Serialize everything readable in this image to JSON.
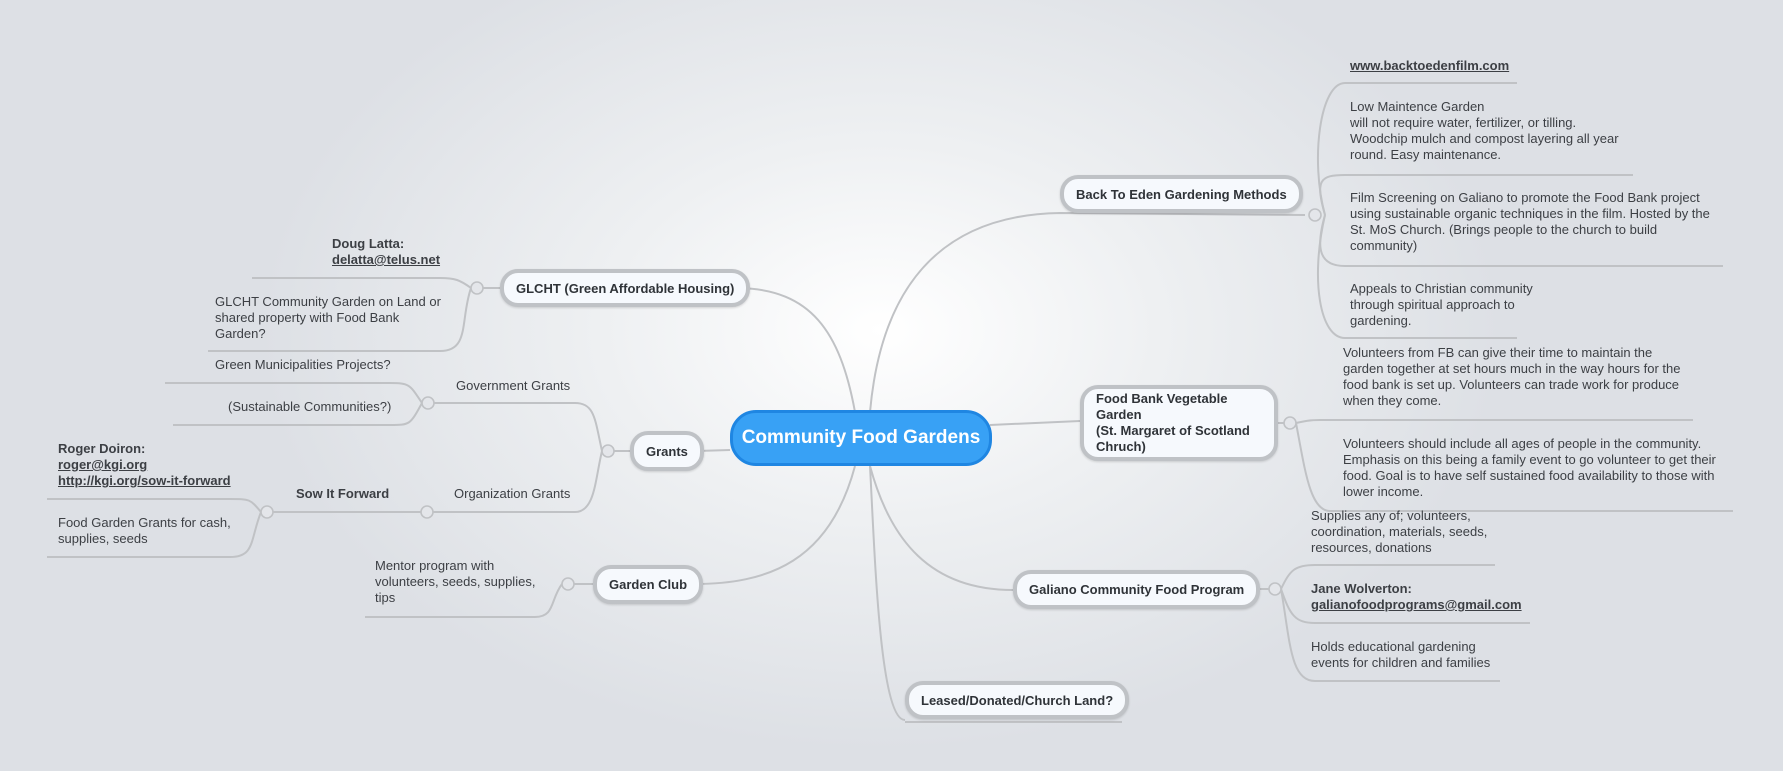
{
  "central": "Community Food Gardens",
  "right": {
    "back_to_eden": {
      "label": "Back To Eden Gardening Methods",
      "leaves": [
        "www.backtoedenfilm.com",
        "Low Maintence Garden\nwill not require water, fertilizer, or tilling.\n Woodchip mulch and compost layering all year\nround.  Easy maintenance.",
        "Film Screening on Galiano to promote the Food Bank project\nusing sustainable organic techniques in the film. Hosted by the\nSt. MoS Church. (Brings people to the church to build\ncommunity)",
        "Appeals to Christian community\nthrough spiritual approach to\ngardening."
      ]
    },
    "food_bank": {
      "label": "Food Bank Vegetable Garden\n(St. Margaret of Scotland\nChruch)",
      "leaves": [
        "Volunteers from FB can give their time to maintain the\ngarden together at set hours much in the way hours for the\nfood bank is set up.  Volunteers can trade work for produce\nwhen they come.",
        "Volunteers should include all ages of people in the community.\n Emphasis on this being a family event to go volunteer to get their\nfood.  Goal is to have self sustained food availability to those with\nlower income."
      ]
    },
    "galiano": {
      "label": "Galiano Community Food Program",
      "leaves": [
        "Supplies any of; volunteers,\ncoordination, materials, seeds,\nresources, donations",
        "Jane Wolverton:",
        "galianofoodprograms@gmail.com",
        "Holds educational gardening\nevents for children and families"
      ]
    },
    "leased": {
      "label": "Leased/Donated/Church Land?"
    }
  },
  "left": {
    "glcht": {
      "label": "GLCHT (Green Affordable Housing)",
      "contact_name": "Doug Latta:",
      "contact_email": "delatta@telus.net",
      "leaf": "GLCHT Community Garden on Land or\nshared property with Food Bank\nGarden?"
    },
    "grants": {
      "label": "Grants",
      "government": {
        "label": "Government Grants",
        "leaves": [
          "Green Municipalities Projects?",
          "(Sustainable Communities?)"
        ]
      },
      "organization": {
        "label": "Organization Grants",
        "sow": {
          "label": "Sow It Forward",
          "contact_name": "Roger Doiron:",
          "contact_email": "roger@kgi.org",
          "contact_url": "http://kgi.org/sow-it-forward",
          "leaf": "Food Garden Grants for cash,\nsupplies, seeds"
        }
      }
    },
    "garden_club": {
      "label": "Garden Club",
      "leaf": "Mentor program with\nvolunteers, seeds, supplies,\ntips"
    }
  },
  "colors": {
    "central_fill": "#38a1f5",
    "line": "#c0c2c5"
  }
}
